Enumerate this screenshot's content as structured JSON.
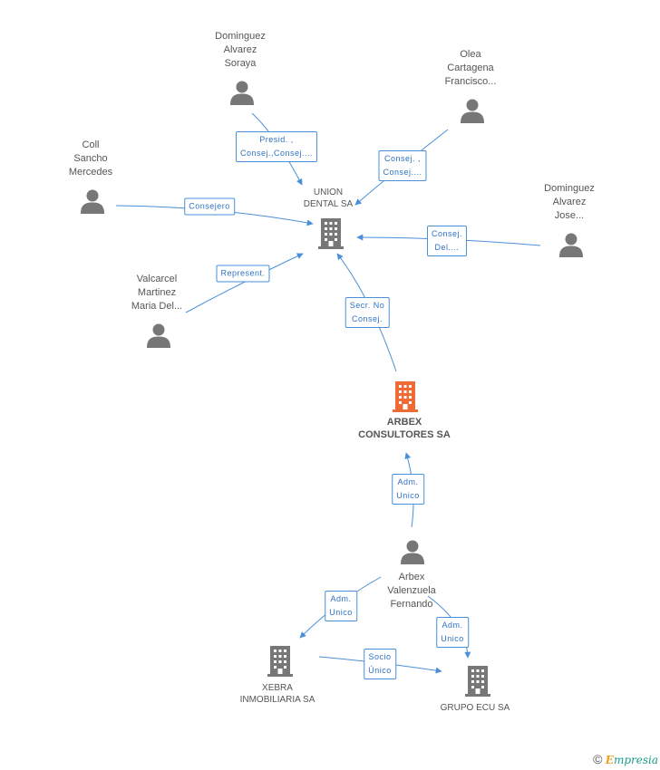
{
  "nodes": {
    "union": {
      "name": "UNION\nDENTAL SA"
    },
    "arbex": {
      "name": "ARBEX\nCONSULTORES SA"
    },
    "xebra": {
      "name": "XEBRA\nINMOBILIARIA SA"
    },
    "grupo": {
      "name": "GRUPO ECU SA"
    },
    "soraya": {
      "name": "Dominguez\nAlvarez\nSoraya"
    },
    "olea": {
      "name": "Olea\nCartagena\nFrancisco..."
    },
    "coll": {
      "name": "Coll\nSancho\nMercedes"
    },
    "jose": {
      "name": "Dominguez\nAlvarez\nJose..."
    },
    "valcarcel": {
      "name": "Valcarcel\nMartinez\nMaria Del..."
    },
    "fernando": {
      "name": "Arbex\nValenzuela\nFernando"
    }
  },
  "edges": {
    "soraya_union": "Presid. ,\nConsej.,Consej....",
    "olea_union": "Consej. ,\nConsej....",
    "coll_union": "Consejero",
    "jose_union": "Consej.\nDel....",
    "valcarcel_union": "Represent.",
    "arbex_union": "Secr.  No\nConsej.",
    "fernando_arbex": "Adm.\nUnico",
    "fernando_xebra": "Adm.\nUnico",
    "fernando_grupo": "Adm.\nUnico",
    "xebra_grupo": "Socio\nÚnico"
  },
  "colors": {
    "edge": "#4a8fd8",
    "person_icon": "#777777",
    "company_icon": "#777777",
    "main_company_icon": "#f06a35"
  },
  "footer": {
    "copyright": "©",
    "brand_initial": "E",
    "brand_rest": "mpresia"
  }
}
